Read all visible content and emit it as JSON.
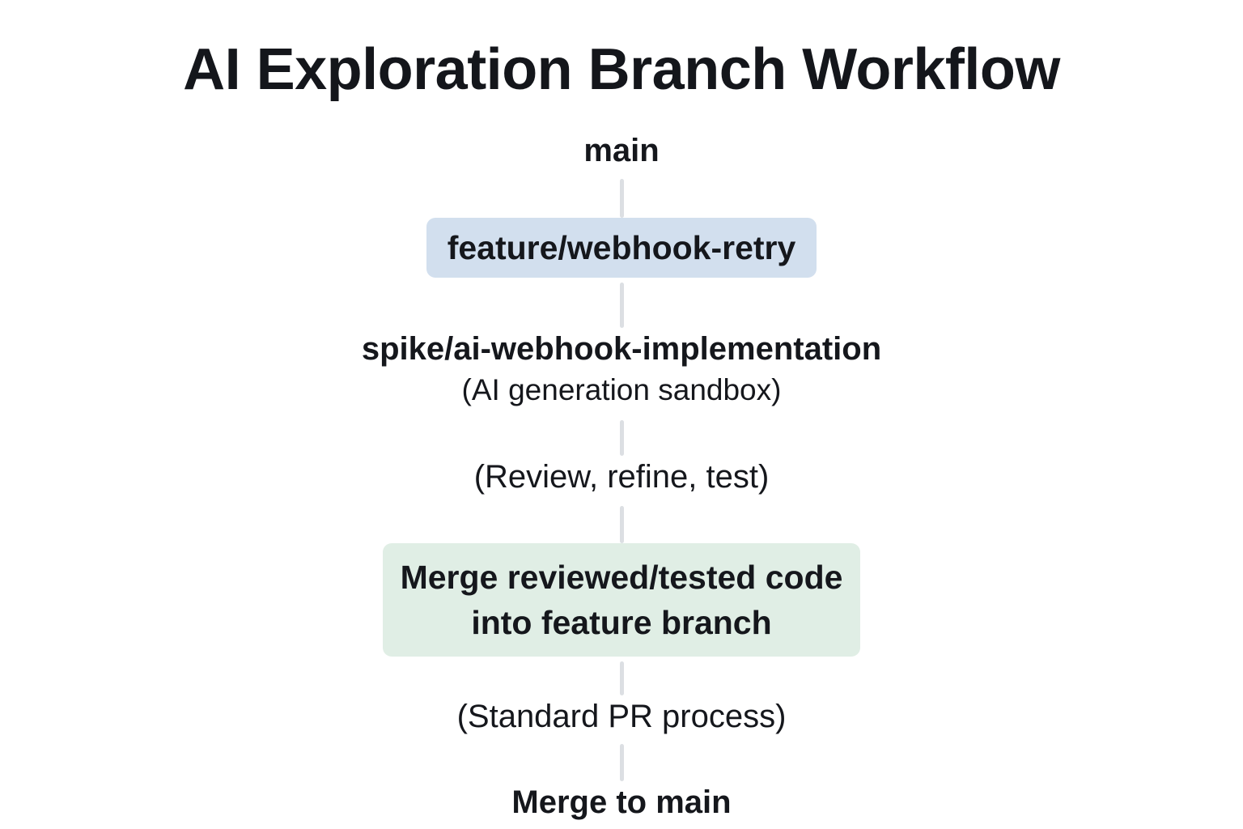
{
  "diagram": {
    "title": "AI Exploration Branch Workflow",
    "type": "flowchart",
    "orientation": "vertical",
    "colors": {
      "background": "#ffffff",
      "text": "#15171c",
      "connector": "#dcdfe3",
      "box_blue": "#d2dfee",
      "box_green": "#e0eee5"
    },
    "nodes": [
      {
        "id": "main",
        "label": "main",
        "style": "plain-bold"
      },
      {
        "id": "feature-branch",
        "label": "feature/webhook-retry",
        "style": "box-blue"
      },
      {
        "id": "spike-branch",
        "label": "spike/ai-webhook-implementation",
        "sublabel": "(AI generation sandbox)",
        "style": "plain-bold-with-sub"
      },
      {
        "id": "review-step",
        "label": "(Review, refine, test)",
        "style": "plain-regular"
      },
      {
        "id": "merge-into-feature",
        "label_line1": "Merge reviewed/tested code",
        "label_line2": "into feature branch",
        "style": "box-green"
      },
      {
        "id": "pr-step",
        "label": "(Standard PR process)",
        "style": "plain-regular"
      },
      {
        "id": "merge-to-main",
        "label": "Merge to main",
        "style": "plain-bold"
      }
    ],
    "edges": [
      {
        "from": "main",
        "to": "feature-branch"
      },
      {
        "from": "feature-branch",
        "to": "spike-branch"
      },
      {
        "from": "spike-branch",
        "to": "review-step"
      },
      {
        "from": "review-step",
        "to": "merge-into-feature"
      },
      {
        "from": "merge-into-feature",
        "to": "pr-step"
      },
      {
        "from": "pr-step",
        "to": "merge-to-main"
      }
    ]
  }
}
